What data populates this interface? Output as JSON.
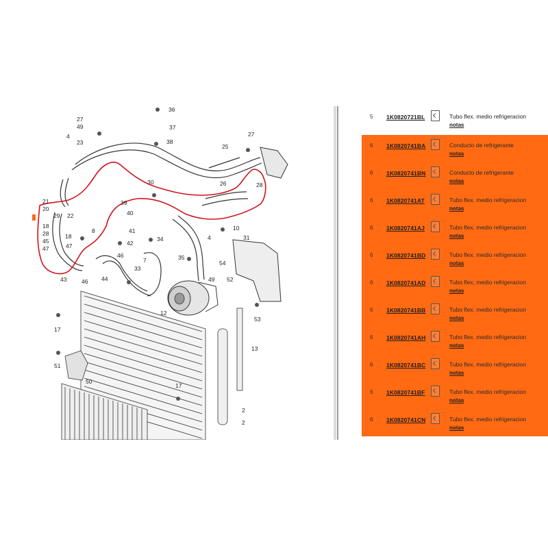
{
  "diagram": {
    "callouts": [
      "27",
      "49",
      "4",
      "23",
      "36",
      "37",
      "38",
      "27",
      "25",
      "26",
      "28",
      "21",
      "20",
      "29",
      "22",
      "18",
      "28",
      "45",
      "47",
      "18",
      "47",
      "39",
      "40",
      "30",
      "8",
      "41",
      "42",
      "46",
      "34",
      "33",
      "35",
      "4",
      "7",
      "54",
      "52",
      "10",
      "31",
      "43",
      "46",
      "44",
      "12",
      "49",
      "53",
      "17",
      "13",
      "51",
      "50",
      "17",
      "2",
      "2"
    ]
  },
  "parts": [
    {
      "pos": "5",
      "part_no": "1K0820721BL",
      "desc": "Tubo flex. medio refrigeracion",
      "notes": "notas",
      "highlight": false
    },
    {
      "pos": "6",
      "part_no": "1K0820741BA",
      "desc": "Conducto de refrigerante",
      "notes": "notas",
      "highlight": true
    },
    {
      "pos": "6",
      "part_no": "1K0820741BN",
      "desc": "Conducto de refrigerante",
      "notes": "notas",
      "highlight": true
    },
    {
      "pos": "6",
      "part_no": "1K0820741AT",
      "desc": "Tubo flex. medio refrigeracion",
      "notes": "notas",
      "highlight": true
    },
    {
      "pos": "6",
      "part_no": "1K0820741AJ",
      "desc": "Tubo flex. medio refrigeracion",
      "notes": "notas",
      "highlight": true
    },
    {
      "pos": "6",
      "part_no": "1K0820741BD",
      "desc": "Tubo flex. medio refrigeracion",
      "notes": "notas",
      "highlight": true
    },
    {
      "pos": "6",
      "part_no": "1K0820741AD",
      "desc": "Tubo flex. medio refrigeracion",
      "notes": "notas",
      "highlight": true
    },
    {
      "pos": "6",
      "part_no": "1K0820741BB",
      "desc": "Tubo flex. medio refrigeracion",
      "notes": "notas",
      "highlight": true
    },
    {
      "pos": "6",
      "part_no": "1K0820741AH",
      "desc": "Tubo flex. medio refrigeracion",
      "notes": "notas",
      "highlight": true
    },
    {
      "pos": "6",
      "part_no": "1K0820741BC",
      "desc": "Tubo flex. medio refrigeracion",
      "notes": "notas",
      "highlight": true
    },
    {
      "pos": "6",
      "part_no": "1K0820741BF",
      "desc": "Tubo flex. medio refrigeracion",
      "notes": "notas",
      "highlight": true
    },
    {
      "pos": "6",
      "part_no": "1K0820741CN",
      "desc": "Tubo flex. medio refrigeracion",
      "notes": "notas",
      "highlight": true
    }
  ],
  "colors": {
    "highlight": "#ff6a13",
    "outline": "#d0121b"
  },
  "icons": {
    "doc": "document-icon"
  }
}
